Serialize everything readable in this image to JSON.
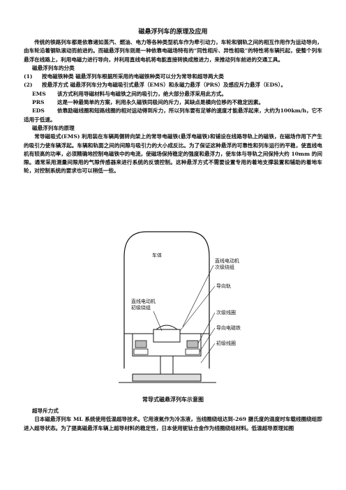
{
  "title": "磁悬浮列车的原理及应用",
  "intro": "传统的铁路列车都是依靠诸如蒸汽、燃油、电力等各种类型机车作为牵引动力，车轮和钢轨之间的相互作用作为运动导向，由车轮沿着钢轨滚动而前进的。而磁悬浮列车则是一种依靠电磁场特有的“同性相斥、异性相吸”的特性将车辆托起，使整个列车悬浮在线路上，利用电磁力进行导向，并利用直线电机将电能直接转换成推进力，来推动列车前进的交通工具。",
  "classification_heading": "磁悬浮列车的分类",
  "classification_items": [
    {
      "num": "(1)",
      "text": "按电磁铁种类 磁悬浮列车根据所采用的电磁铁种类可以分为常导和超导两大类"
    },
    {
      "num": "(2)",
      "text": "按悬浮方式 磁悬浮列车分为电磁吸引式悬浮（EMS）和永磁力悬浮（PRS）及感应斥力悬浮（EDS）。"
    }
  ],
  "definitions": [
    {
      "term": "EMS",
      "text": "该方式利用导磁材料与电磁铁之间的吸引力，绝大部分悬浮采用此方式。"
    },
    {
      "term": "PRS",
      "text": "这是一种最简单的方案，利用永久磁铁同极间的斥力，其缺点是横向位移的不稳定因素。"
    },
    {
      "term": "EDS",
      "text": "依靠励磁线圈和短路线圈的相对运动得到斥力，所以列车要有足够的速度才能悬浮起来，大约为100km/h，它不适用于低速。"
    }
  ],
  "principle_heading": "磁悬浮列车的原理",
  "principle_text": "常导磁吸式(EMS) 利用装在车辆两侧转向架上的常导电磁铁(悬浮电磁铁)和铺设在线路导轨上的磁铁，在磁场作用下产生的吸引力使车辆浮起。车辆和轨面之间的间隙与吸引力的大小成反比。为了保证这种悬浮的可靠性和列车运行的平稳，使直线电机有较高的功率，必须精确地控制电磁铁中的电流，使磁场保持稳定的强度和悬浮力，使车体与导轨之间保持大约 10mm 的间隙。通常采用测量间隙用的气隙传感器来进行系统的反馈控制。这种悬浮方式不需要设置专用的着地支撑装置和辅助的着地车轮，对控制系统的要求也可以稍低一些。",
  "figure": {
    "body_label": "车体",
    "motor_secondary_label": [
      "直线电动机",
      "次级绕组"
    ],
    "motor_primary_label": [
      "直线电动机",
      "初级绕组"
    ],
    "guide_rail_label": "导向轨",
    "secondary_coil_label": "次级线圈",
    "guide_magnet_label": "导向电磁铁",
    "primary_coil_label": "初级线圈"
  },
  "caption": "常导式磁悬浮列车示意图",
  "superconducting_heading": "超导斥力式",
  "superconducting_text": "日本磁悬浮列车 ML 系统使用低温超导技术。它用液氦作为冷冻液，当线圈绕组达到-269 摄氏度的温度时车载线圈绕组即进入超导状态。为了提高磁悬浮车辆上超导材料的稳定性，日本使用铌钛合金作为线圈绕组材料。低温超导原理如图"
}
